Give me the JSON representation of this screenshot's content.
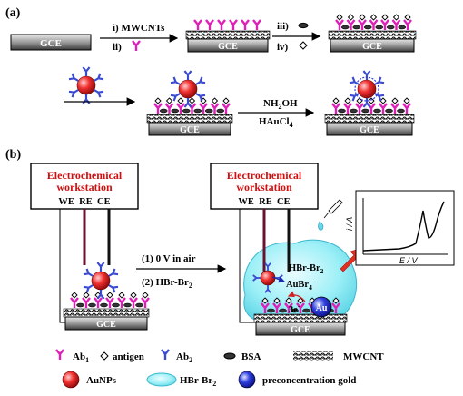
{
  "panel_a": {
    "label": "(a)",
    "gce": "GCE",
    "step_i": "i) MWCNTs",
    "step_ii": "ii)",
    "step_iii": "iii)",
    "step_iv": "iv)",
    "reagent_top": "NH",
    "reagent_top_sub": "2",
    "reagent_top_end": "OH",
    "reagent_bottom": "HAuCl",
    "reagent_bottom_sub": "4"
  },
  "panel_b": {
    "label": "(b)",
    "workstation_line1": "Electrochemical",
    "workstation_line2": "workstation",
    "electrodes": "WE  RE  CE",
    "step1": "(1) 0 V in air",
    "step2": "(2) HBr-Br",
    "step2_sub": "2",
    "gce": "GCE",
    "hbr": "HBr-Br",
    "hbr_sub": "2",
    "aubr": "AuBr",
    "aubr_sub": "4",
    "aubr_sup": "-",
    "electrons": "3e",
    "electrons_sup": "-",
    "au": "Au",
    "graph_y": "i / A",
    "graph_x": "E / V"
  },
  "legend": {
    "ab1": "Ab",
    "ab1_sub": "1",
    "antigen": "antigen",
    "ab2": "Ab",
    "ab2_sub": "2",
    "bsa": "BSA",
    "mwcnt": "MWCNT",
    "aunps": "AuNPs",
    "hbr": "HBr-Br",
    "hbr_sub": "2",
    "gold": "preconcentration gold"
  },
  "colors": {
    "ab1": "#e01fb8",
    "ab2": "#3a4bd0",
    "aunp": "#e02020",
    "workstation_text": "#d01010",
    "wire_dark": "#6b1030",
    "bubble": "#8fe8f2",
    "arrow_red": "#e03020"
  }
}
